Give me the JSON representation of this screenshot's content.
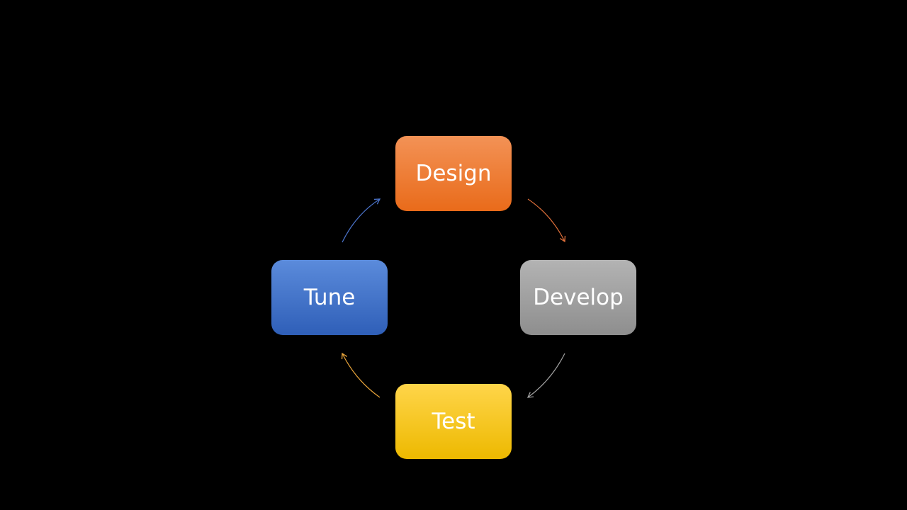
{
  "diagram": {
    "nodes": [
      {
        "id": "design",
        "label": "Design",
        "color_top": "#F39256",
        "color_bottom": "#E96B1A"
      },
      {
        "id": "develop",
        "label": "Develop",
        "color_top": "#B3B3B3",
        "color_bottom": "#8E8E8E"
      },
      {
        "id": "test",
        "label": "Test",
        "color_top": "#FFD54A",
        "color_bottom": "#EDB900"
      },
      {
        "id": "tune",
        "label": "Tune",
        "color_top": "#5B8BDB",
        "color_bottom": "#2F5FB8"
      }
    ],
    "edges": [
      {
        "from": "design",
        "to": "develop",
        "color": "#E0703A"
      },
      {
        "from": "develop",
        "to": "test",
        "color": "#A0A0A0"
      },
      {
        "from": "test",
        "to": "tune",
        "color": "#E8A43A"
      },
      {
        "from": "tune",
        "to": "design",
        "color": "#4A72C8"
      }
    ]
  }
}
